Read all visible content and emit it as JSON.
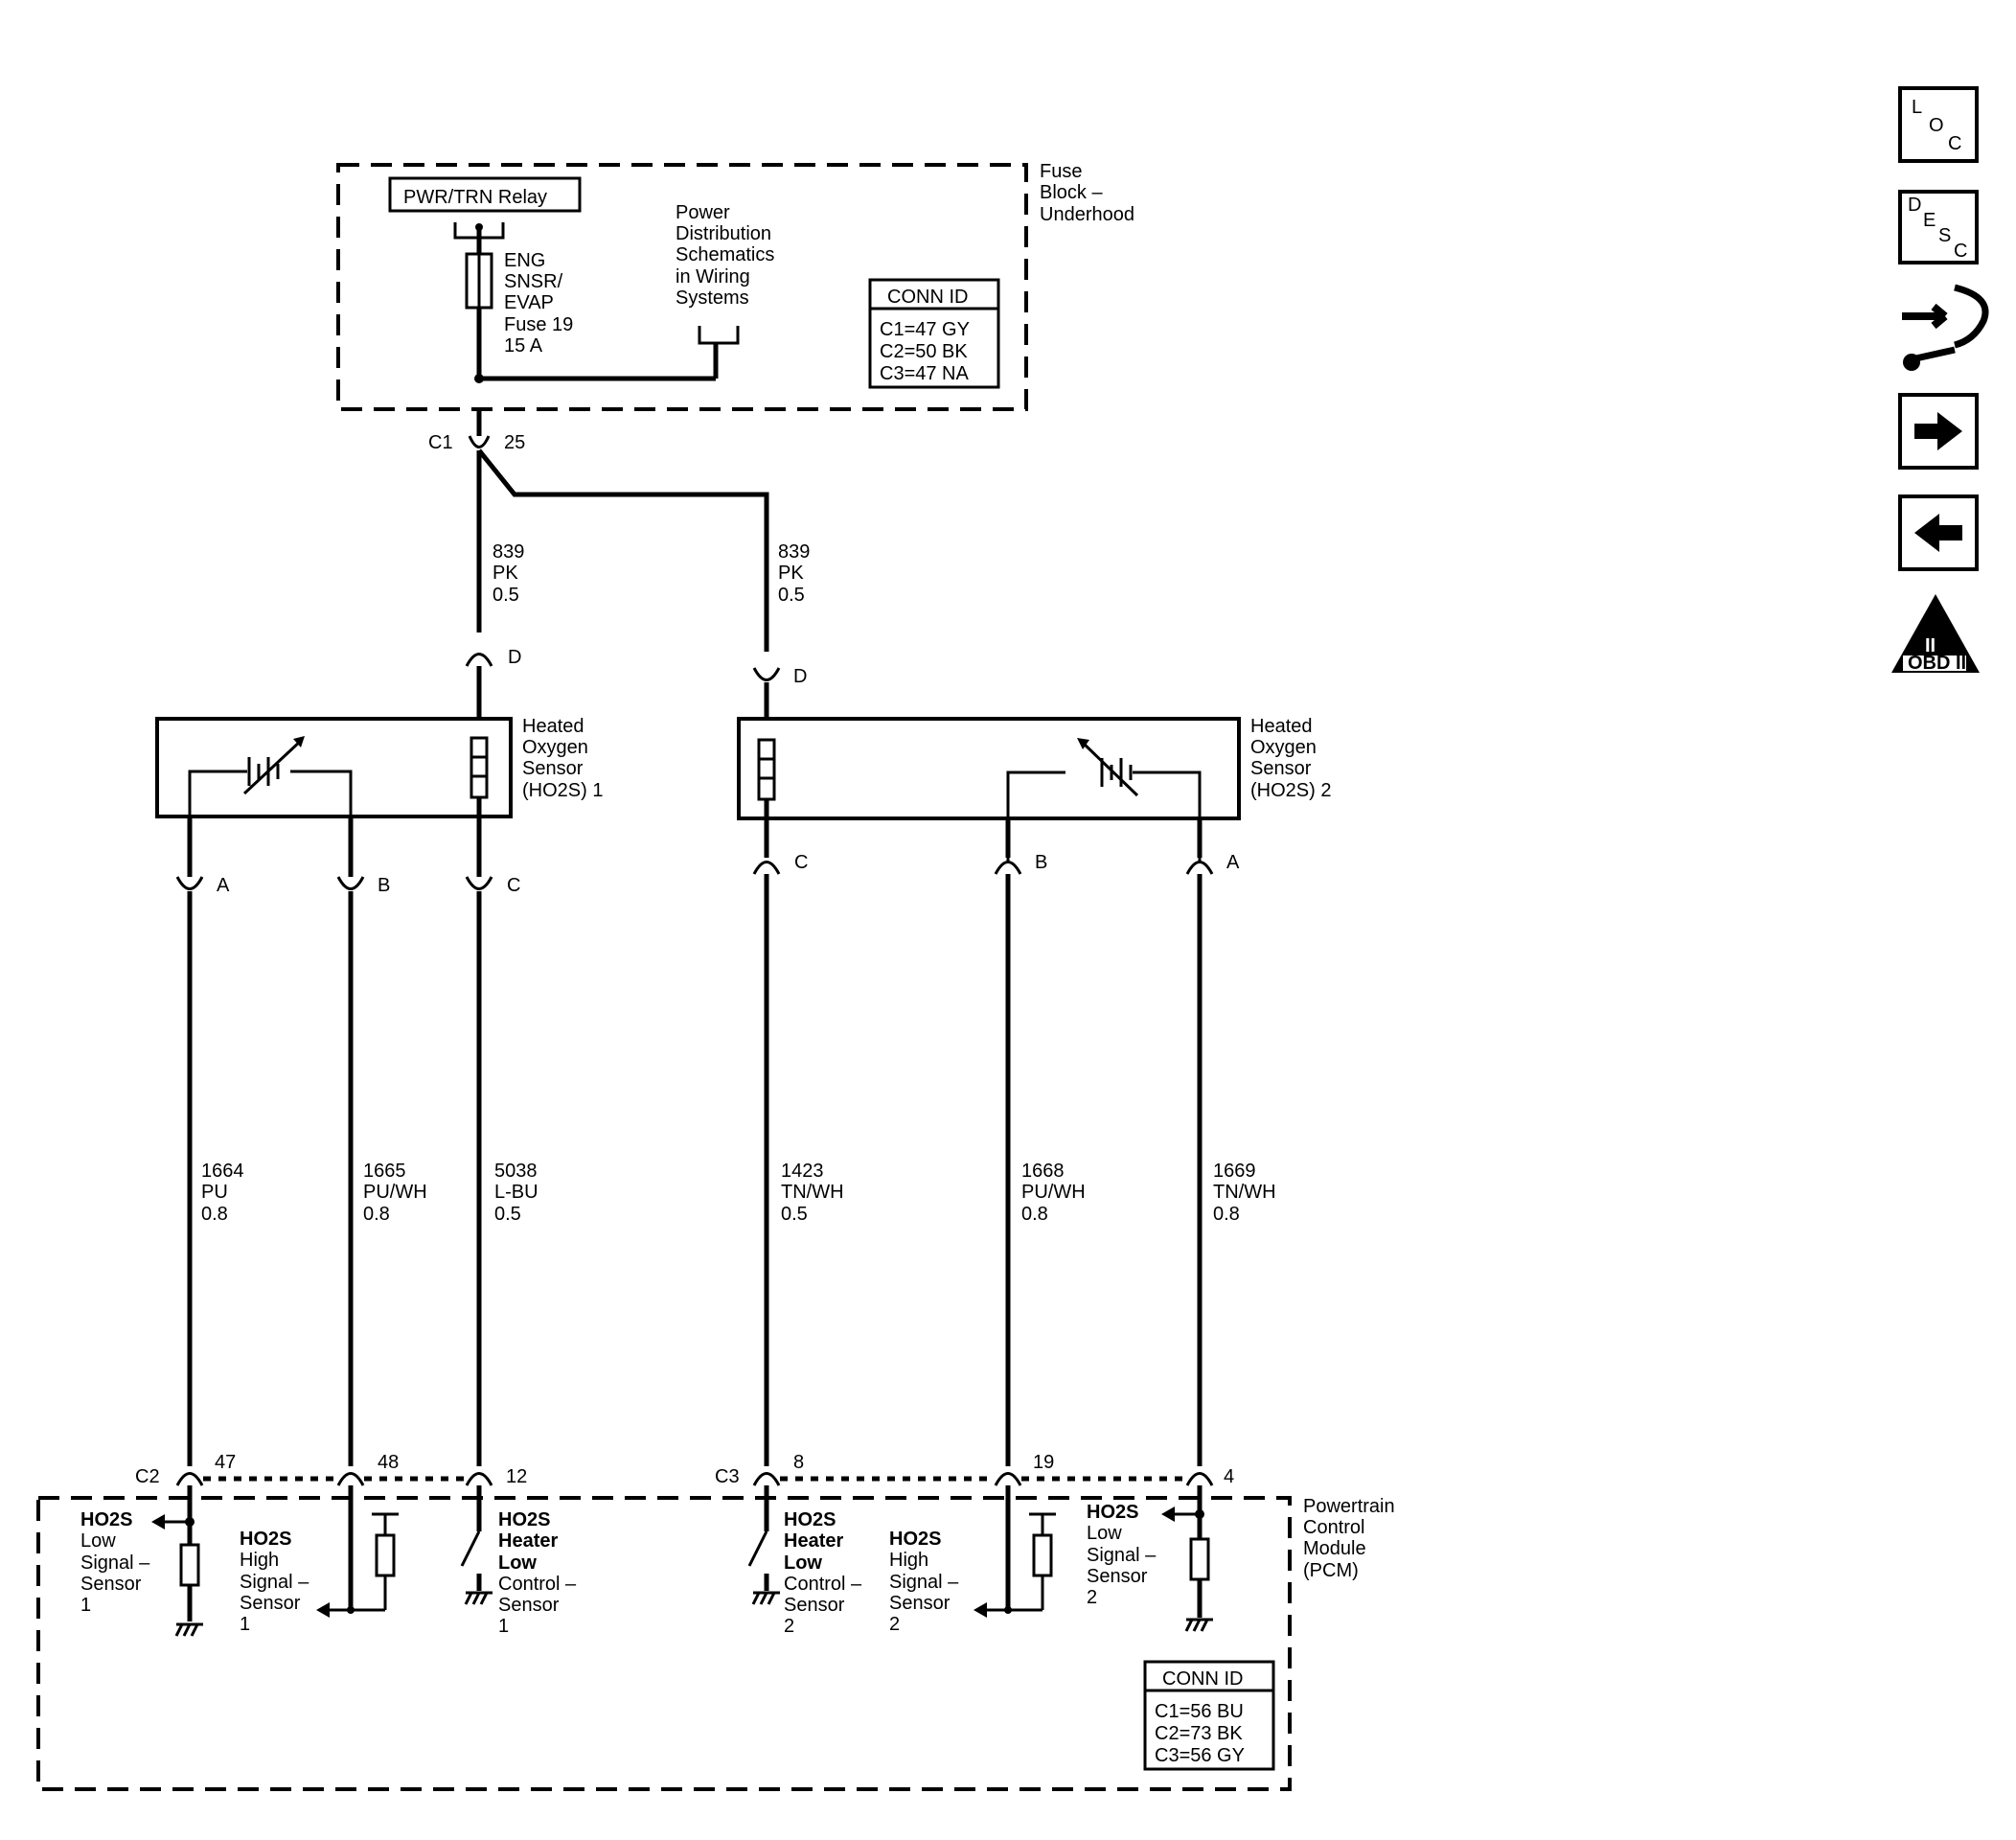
{
  "fuse_block": {
    "relay": "PWR/TRN Relay",
    "fuse_lines": [
      "ENG",
      "SNSR/",
      "EVAP",
      "Fuse 19",
      "15 A"
    ],
    "power_note": [
      "Power",
      "Distribution",
      "Schematics",
      "in Wiring",
      "Systems"
    ],
    "title": [
      "Fuse",
      "Block –",
      "Underhood"
    ],
    "conn_id_header": "CONN ID",
    "conn_ids": [
      "C1=47 GY",
      "C2=50 BK",
      "C3=47 NA"
    ]
  },
  "splice": {
    "connector": "C1",
    "pin": "25"
  },
  "feed_wires": [
    {
      "circuit": "839",
      "color": "PK",
      "gauge": "0.5",
      "pin": "D"
    },
    {
      "circuit": "839",
      "color": "PK",
      "gauge": "0.5",
      "pin": "D"
    }
  ],
  "sensors": [
    {
      "label": [
        "Heated",
        "Oxygen",
        "Sensor",
        "(HO2S) 1"
      ],
      "pins": [
        "A",
        "B",
        "C"
      ]
    },
    {
      "label": [
        "Heated",
        "Oxygen",
        "Sensor",
        "(HO2S) 2"
      ],
      "pins": [
        "C",
        "B",
        "A"
      ]
    }
  ],
  "signal_wires": [
    {
      "circuit": "1664",
      "color": "PU",
      "gauge": "0.8",
      "pcm_pin": "47"
    },
    {
      "circuit": "1665",
      "color": "PU/WH",
      "gauge": "0.8",
      "pcm_pin": "48"
    },
    {
      "circuit": "5038",
      "color": "L-BU",
      "gauge": "0.5",
      "pcm_pin": "12"
    },
    {
      "circuit": "1423",
      "color": "TN/WH",
      "gauge": "0.5",
      "pcm_pin": "8"
    },
    {
      "circuit": "1668",
      "color": "PU/WH",
      "gauge": "0.8",
      "pcm_pin": "19"
    },
    {
      "circuit": "1669",
      "color": "TN/WH",
      "gauge": "0.8",
      "pcm_pin": "4"
    }
  ],
  "pcm_connectors": [
    "C2",
    "C3"
  ],
  "pcm": {
    "title": [
      "Powertrain",
      "Control",
      "Module",
      "(PCM)"
    ],
    "conn_id_header": "CONN ID",
    "conn_ids": [
      "C1=56 BU",
      "C2=73 BK",
      "C3=56 GY"
    ],
    "circuits": [
      [
        "HO2S",
        "Low",
        "Signal –",
        "Sensor",
        "1"
      ],
      [
        "HO2S",
        "High",
        "Signal –",
        "Sensor",
        "1"
      ],
      [
        "HO2S",
        "Heater",
        "Low",
        "Control –",
        "Sensor",
        "1"
      ],
      [
        "HO2S",
        "Heater",
        "Low",
        "Control –",
        "Sensor",
        "2"
      ],
      [
        "HO2S",
        "High",
        "Signal –",
        "Sensor",
        "2"
      ],
      [
        "HO2S",
        "Low",
        "Signal –",
        "Sensor",
        "2"
      ]
    ]
  },
  "nav": {
    "loc": [
      "L",
      "O",
      "C"
    ],
    "desc": [
      "D",
      "E",
      "S",
      "C"
    ],
    "obd": "OBD II",
    "obd_numeral": "II",
    "icons": [
      "location-icon",
      "description-icon",
      "connector-repair-icon",
      "next-arrow-icon",
      "previous-arrow-icon",
      "obd-ii-icon"
    ]
  }
}
